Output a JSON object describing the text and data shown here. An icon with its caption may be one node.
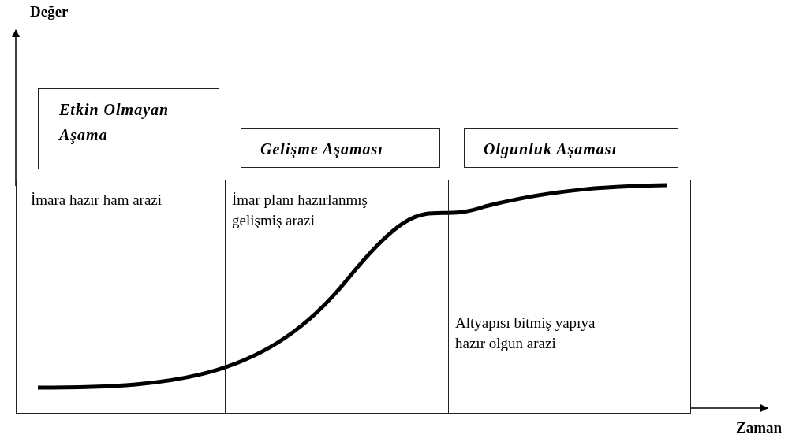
{
  "diagram": {
    "nodes": [
      {
        "text": [
          "Etkin Olmayan Aşama"
        ]
      },
      {
        "text": [
          "Gelişme Aşaması"
        ]
      },
      {
        "text": [
          "Olgunluk Aşaması"
        ]
      },
      {
        "text": [
          "İmara hazır ham arazi"
        ]
      },
      {
        "text": [
          "İmar planı hazırlanmış gelişmiş arazi"
        ]
      },
      {
        "text": [
          "Altyapısı bitmiş yapıya hazır olgun arazi"
        ]
      }
    ],
    "edges": [],
    "labels": [
      "Değer",
      "Zaman"
    ]
  }
}
